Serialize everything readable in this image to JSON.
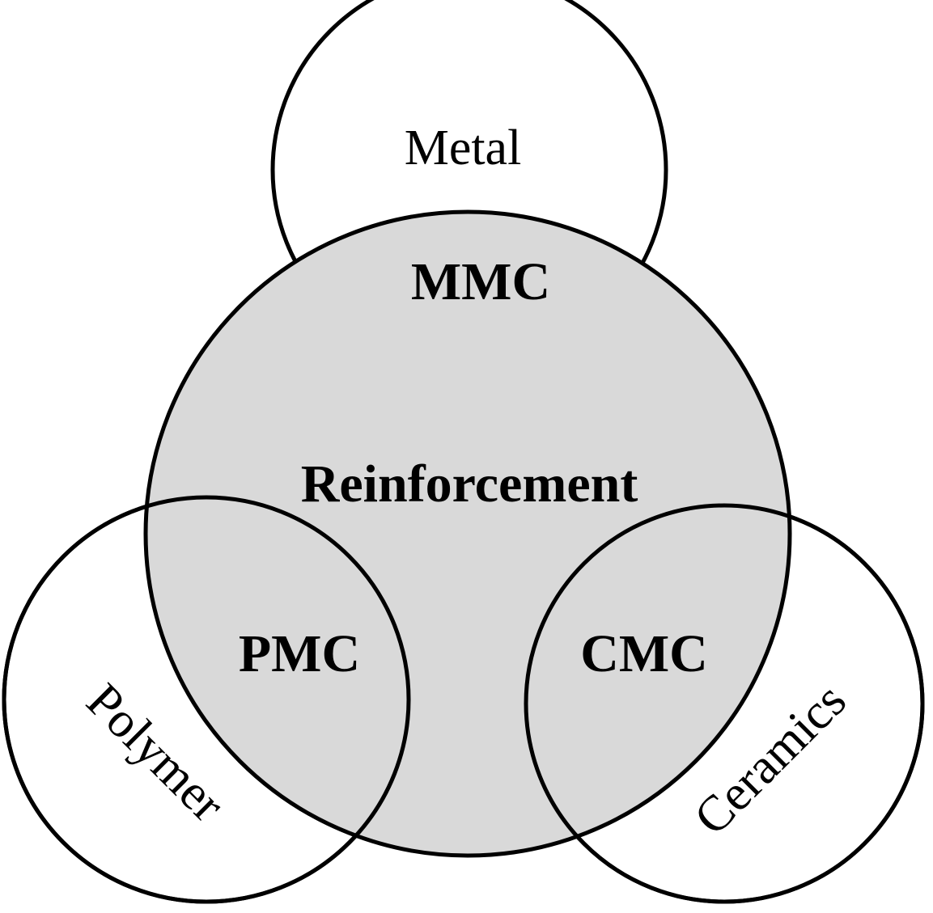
{
  "diagram": {
    "center": {
      "label": "Reinforcement",
      "fill_color": "#d9d9d9"
    },
    "materials": {
      "metal": "Metal",
      "polymer": "Polymer",
      "ceramics": "Ceramics"
    },
    "composites": {
      "mmc": "MMC",
      "pmc": "PMC",
      "cmc": "CMC"
    }
  }
}
